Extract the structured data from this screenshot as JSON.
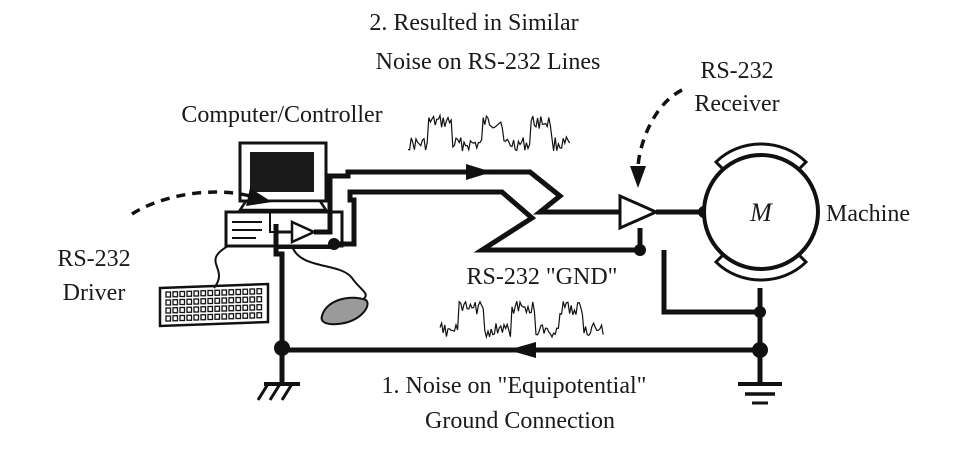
{
  "labels": {
    "annotation_similar_noise_line1": "2. Resulted in Similar",
    "annotation_similar_noise_line2": "Noise on RS-232 Lines",
    "computer_controller": "Computer/Controller",
    "rs232_receiver_line1": "RS-232",
    "rs232_receiver_line2": "Receiver",
    "rs232_driver_line1": "RS-232",
    "rs232_driver_line2": "Driver",
    "motor_symbol": "M",
    "machine": "Machine",
    "rs232_gnd": "RS-232 \"GND\"",
    "annotation_ground_noise_line1": "1. Noise on \"Equipotential\"",
    "annotation_ground_noise_line2": "Ground Connection"
  },
  "colors": {
    "ink": "#111111",
    "screen": "#1a1a1a",
    "mouse_fill": "#9a9a9a",
    "background": "#ffffff"
  },
  "icons": {
    "computer": "computer-monitor-icon",
    "keyboard": "keyboard-icon",
    "mouse": "mouse-icon",
    "motor": "motor-icon",
    "earth_ground": "earth-ground-icon",
    "chassis_ground": "chassis-ground-icon",
    "driver_amp": "triangle-amplifier-icon",
    "receiver_amp": "triangle-amplifier-icon"
  }
}
